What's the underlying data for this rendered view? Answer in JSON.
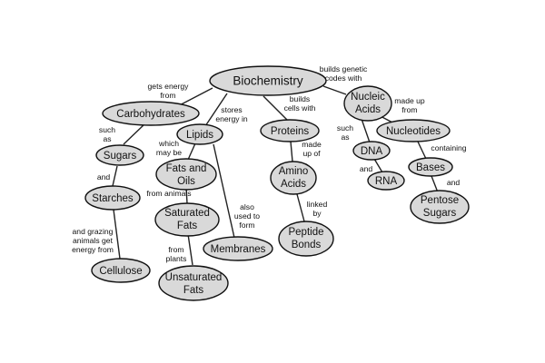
{
  "concept_map": {
    "nodes": {
      "biochemistry": "Biochemistry",
      "carbohydrates": "Carbohydrates",
      "lipids": "Lipids",
      "proteins": "Proteins",
      "nucleic_acids_1": "Nucleic",
      "nucleic_acids_2": "Acids",
      "sugars": "Sugars",
      "starches": "Starches",
      "cellulose": "Cellulose",
      "fats_oils_1": "Fats and",
      "fats_oils_2": "Oils",
      "saturated_fats_1": "Saturated",
      "saturated_fats_2": "Fats",
      "unsaturated_fats_1": "Unsaturated",
      "unsaturated_fats_2": "Fats",
      "membranes": "Membranes",
      "amino_acids_1": "Amino",
      "amino_acids_2": "Acids",
      "peptide_bonds_1": "Peptide",
      "peptide_bonds_2": "Bonds",
      "dna": "DNA",
      "rna": "RNA",
      "nucleotides": "Nucleotides",
      "bases": "Bases",
      "pentose_sugars_1": "Pentose",
      "pentose_sugars_2": "Sugars"
    },
    "links": {
      "gets_energy_from_1": "gets energy",
      "gets_energy_from_2": "from",
      "stores_energy_in_1": "stores",
      "stores_energy_in_2": "energy in",
      "builds_cells_with_1": "builds",
      "builds_cells_with_2": "cells with",
      "builds_genetic_codes_with_1": "builds genetic",
      "builds_genetic_codes_with_2": "codes with",
      "such_as_carb_1": "such",
      "such_as_carb_2": "as",
      "and_starches": "and",
      "and_grazing_1": "and grazing",
      "and_grazing_2": "animals get",
      "and_grazing_3": "energy from",
      "which_may_be_1": "which",
      "which_may_be_2": "may be",
      "from_animals": "from animals",
      "from_plants_1": "from",
      "from_plants_2": "plants",
      "also_used_1": "also",
      "also_used_2": "used to",
      "also_used_3": "form",
      "made_up_of_1": "made",
      "made_up_of_2": "up of",
      "linked_by_1": "linked",
      "linked_by_2": "by",
      "such_as_nucleic_1": "such",
      "such_as_nucleic_2": "as",
      "and_rna": "and",
      "made_up_from_1": "made up",
      "made_up_from_2": "from",
      "containing": "containing",
      "and_pentose": "and"
    }
  }
}
